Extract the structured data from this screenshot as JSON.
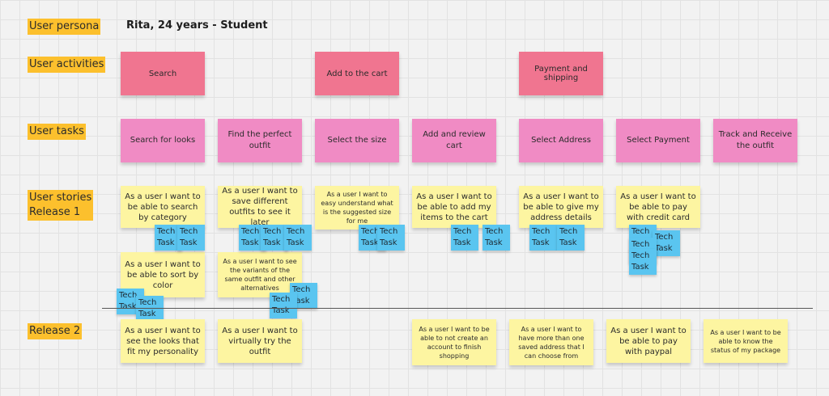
{
  "labels": {
    "persona": "User persona",
    "activities": "User activities",
    "tasks": "User tasks",
    "stories_r1": "User stories\nRelease 1",
    "release2": "Release 2"
  },
  "persona_value": "Rita, 24 years - Student",
  "activities": [
    "Search",
    "Add to the cart",
    "Payment and shipping"
  ],
  "tasks": [
    "Search for looks",
    "Find the perfect outfit",
    "Select the size",
    "Add and review cart",
    "Select Address",
    "Select Payment",
    "Track and Receive the outfit"
  ],
  "release1_stories": [
    "As a user I want to be able to search by category",
    "As a user I want to save different outfits to see it later",
    "As a user I want to easy understand what is the suggested size for me",
    "As a user I want to be able to add my items to the cart",
    "As a user I want to be able to give my address details",
    "As a user I want to be able to pay with credit card"
  ],
  "release1_stories_row2": [
    "As a user I want to be able to sort by color",
    "As a user I want to see the variants of the same outfit and other alternatives"
  ],
  "release2_stories": [
    "As a user I want to see the looks that fit my personality",
    "As a user I want to virtually try the outfit",
    "As a user I want to be able to not create an account to finish shopping",
    "As a user I want to have more than one saved address that I can choose from",
    "As a user I want to be able to pay with paypal",
    "As a user I want to be able to know the status of my package"
  ],
  "tech_tasks": {
    "t1": "Tech Task",
    "t2": "Tech Task",
    "t3": "Tech Task",
    "t4": "Tech Task",
    "t5": "Tech Task",
    "t6": "Tech Task",
    "t7": "Tech Task",
    "t8": "Tech Task",
    "t9": "Tech Task",
    "t10": "Tech Task",
    "t11": "Tech Task",
    "t12": "Tech Task",
    "t13": "Tech Task",
    "t14": "Tech Task",
    "t15": "Tech Task",
    "t16": "Tech Task",
    "t17": "Tech Task",
    "t18": "Tech Task",
    "t19": "Tech Task"
  },
  "colors": {
    "label_bg": "#fcc02d",
    "activity": "#f07590",
    "task": "#f08bc4",
    "story": "#fdf5a1",
    "tech": "#5ac5f0"
  }
}
